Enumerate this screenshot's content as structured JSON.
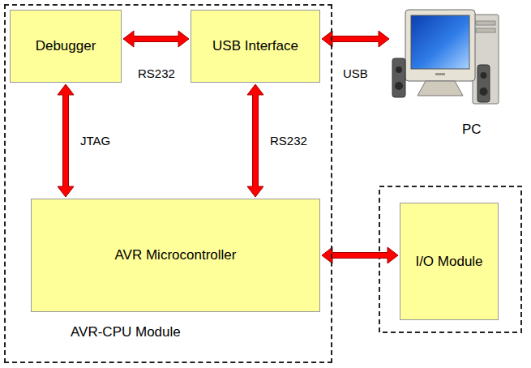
{
  "diagram": {
    "nodes": [
      {
        "text": [
          "AVR-CPU Module"
        ]
      },
      {
        "text": [
          "Debugger"
        ],
        "in": 0
      },
      {
        "text": [
          "USB Interface"
        ],
        "in": 0
      },
      {
        "text": [
          "PC"
        ]
      },
      {
        "text": [
          "AVR Microcontroller"
        ],
        "in": 0
      },
      {
        "text": [
          "I/O Module"
        ]
      }
    ],
    "edges": [
      {
        "from": 1,
        "to": 2,
        "label": "RS232",
        "arrow": "both"
      },
      {
        "from": 2,
        "to": 3,
        "label": "USB",
        "arrow": "both"
      },
      {
        "from": 1,
        "to": 4,
        "label": "JTAG",
        "arrow": "both"
      },
      {
        "from": 2,
        "to": 4,
        "label": "RS232",
        "arrow": "both"
      },
      {
        "from": 4,
        "to": 5,
        "arrow": "both"
      }
    ]
  }
}
